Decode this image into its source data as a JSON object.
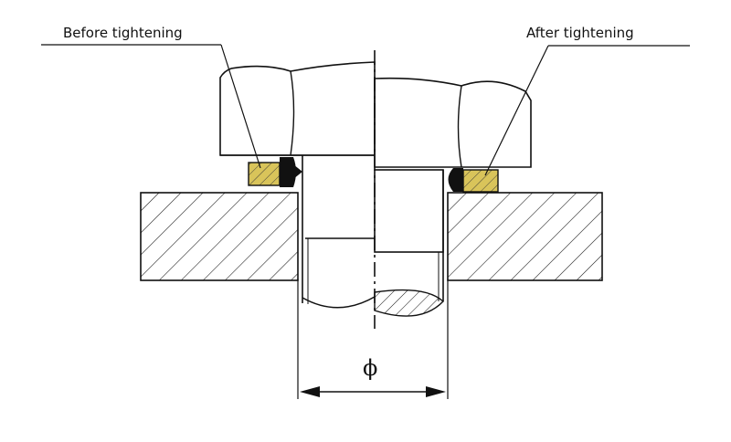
{
  "labels": {
    "before": "Before tightening",
    "after": "After tightening",
    "diameter": "ϕ"
  },
  "colors": {
    "line": "#111111",
    "washer_fill": "#d9c45a",
    "seal_fill": "#111111",
    "background": "#ffffff"
  }
}
